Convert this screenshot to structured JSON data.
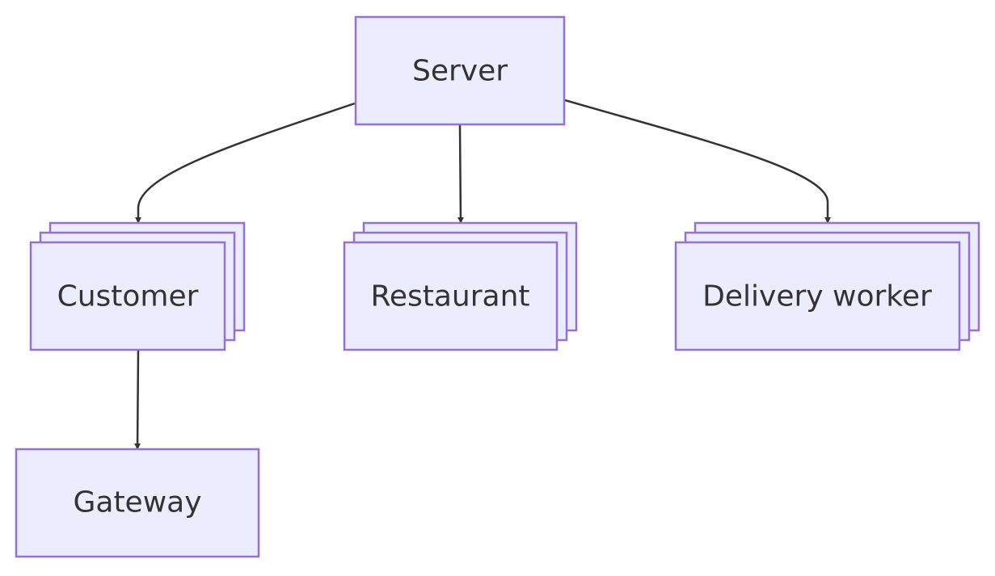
{
  "colors": {
    "node_fill": "#ECECFF",
    "node_stroke": "#9370DB",
    "edge": "#333333",
    "text": "#333333",
    "background": "#FFFFFF"
  },
  "nodes": {
    "server": {
      "label": "Server",
      "shape": "rectangle"
    },
    "customer": {
      "label": "Customer",
      "shape": "stacked-rectangle"
    },
    "restaurant": {
      "label": "Restaurant",
      "shape": "stacked-rectangle"
    },
    "delivery_worker": {
      "label": "Delivery worker",
      "shape": "stacked-rectangle"
    },
    "gateway": {
      "label": "Gateway",
      "shape": "rectangle"
    }
  },
  "edges": [
    {
      "from": "server",
      "to": "customer"
    },
    {
      "from": "server",
      "to": "restaurant"
    },
    {
      "from": "server",
      "to": "delivery_worker"
    },
    {
      "from": "customer",
      "to": "gateway"
    }
  ]
}
